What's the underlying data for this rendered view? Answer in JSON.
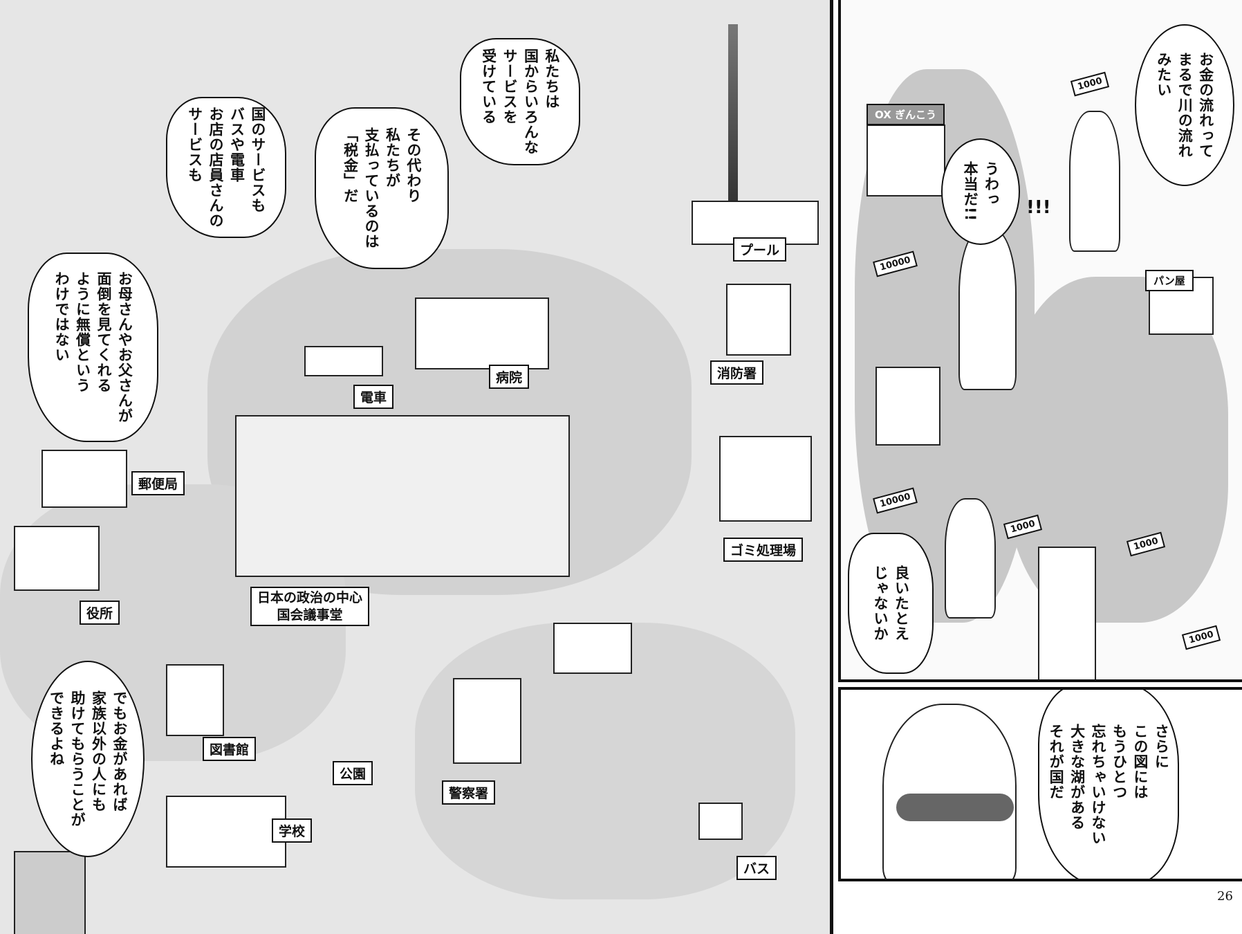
{
  "map_panel": {
    "bubbles": [
      {
        "lines": [
          "私たちは",
          "国からいろんな",
          "サービスを",
          "受けている"
        ]
      },
      {
        "lines": [
          "その代わり",
          "私たちが",
          "支払っているのは",
          "「税金」だ"
        ]
      },
      {
        "lines": [
          "国のサービスも",
          "バスや電車",
          "お店の店員さんの",
          "サービスも"
        ]
      },
      {
        "lines": [
          "お母さんやお父さんが",
          "面倒を見てくれる",
          "ように無償という",
          "わけではない"
        ]
      },
      {
        "lines": [
          "でもお金があれば",
          "家族以外の人にも",
          "助けてもらうことが",
          "できるよね"
        ]
      }
    ],
    "labels": {
      "pool": "プール",
      "hospital": "病院",
      "fire_station": "消防署",
      "train": "電車",
      "post_office": "郵便局",
      "garbage_plant": "ゴミ処理場",
      "city_office": "役所",
      "diet_line1": "日本の政治の中心",
      "diet_line2": "国会議事堂",
      "library": "図書館",
      "park": "公園",
      "police": "警察署",
      "school": "学校",
      "bus": "バス"
    }
  },
  "top_right_panel": {
    "bank_sign": "OX ぎんこう",
    "bakery_sign": "パン屋",
    "money_notes": [
      "1000",
      "10000",
      "10000",
      "1000",
      "1000",
      "1000"
    ],
    "bubbles": [
      {
        "lines": [
          "お金の流れって",
          "まるで川の流れ",
          "みたい"
        ]
      },
      {
        "lines": [
          "うわっ",
          "本当だ!!"
        ]
      },
      {
        "lines": [
          "良いたとえ",
          "じゃないか"
        ]
      }
    ],
    "sfx": "!!!"
  },
  "bottom_right_panel": {
    "bubble": {
      "lines": [
        "さらに",
        "この図には",
        "もうひとつ",
        "忘れちゃいけない",
        "大きな湖がある",
        "それが国だ"
      ]
    }
  },
  "page_number": "26"
}
